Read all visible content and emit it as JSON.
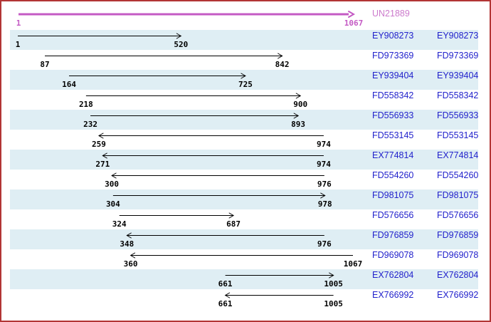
{
  "colors": {
    "border": "#b23535",
    "band": "#dfeef4",
    "accession": "#2222cc",
    "unigene": "#c45ac4",
    "unigene-label": "#cc7acc",
    "black-arrow": "#000000"
  },
  "chart_data": {
    "type": "bar",
    "orientation": "horizontal-range",
    "title": "UN21889",
    "axis": {
      "min": 1,
      "max": 1067
    },
    "reference": {
      "label": "UN21889",
      "start": 1,
      "end": 1067,
      "direction": "right"
    },
    "legend_position": "right",
    "grid": false,
    "rows": [
      {
        "accession": "EY908273",
        "start": 1,
        "end": 520,
        "direction": "right"
      },
      {
        "accession": "FD973369",
        "start": 87,
        "end": 842,
        "direction": "right"
      },
      {
        "accession": "EY939404",
        "start": 164,
        "end": 725,
        "direction": "right"
      },
      {
        "accession": "FD558342",
        "start": 218,
        "end": 900,
        "direction": "right"
      },
      {
        "accession": "FD556933",
        "start": 232,
        "end": 893,
        "direction": "right"
      },
      {
        "accession": "FD553145",
        "start": 259,
        "end": 974,
        "direction": "left"
      },
      {
        "accession": "EX774814",
        "start": 271,
        "end": 974,
        "direction": "left"
      },
      {
        "accession": "FD554260",
        "start": 300,
        "end": 976,
        "direction": "left"
      },
      {
        "accession": "FD981075",
        "start": 304,
        "end": 978,
        "direction": "right"
      },
      {
        "accession": "FD576656",
        "start": 324,
        "end": 687,
        "direction": "right"
      },
      {
        "accession": "FD976859",
        "start": 348,
        "end": 976,
        "direction": "left"
      },
      {
        "accession": "FD969078",
        "start": 360,
        "end": 1067,
        "direction": "left"
      },
      {
        "accession": "EX762804",
        "start": 661,
        "end": 1005,
        "direction": "right"
      },
      {
        "accession": "EX766992",
        "start": 661,
        "end": 1005,
        "direction": "left"
      }
    ]
  }
}
